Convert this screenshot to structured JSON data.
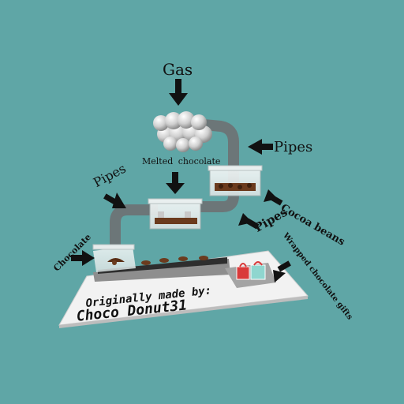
{
  "scene": {
    "title": "Chocolate factory",
    "background_color": "#5fa6a6",
    "labels": {
      "gas": "Gas",
      "pipes_right": "Pipes",
      "melted_chocolate": "Melted chocolate",
      "pipes_left": "Pipes",
      "cocoa_beans": "Cocoa beans",
      "pipes_lower": "Pipes",
      "chocolate": "Chocolate",
      "wrapped_gifts": "Wrapped chocolate gifts"
    },
    "signature": {
      "line1": "Originally made by:",
      "line2": "Choco Donut31"
    }
  }
}
